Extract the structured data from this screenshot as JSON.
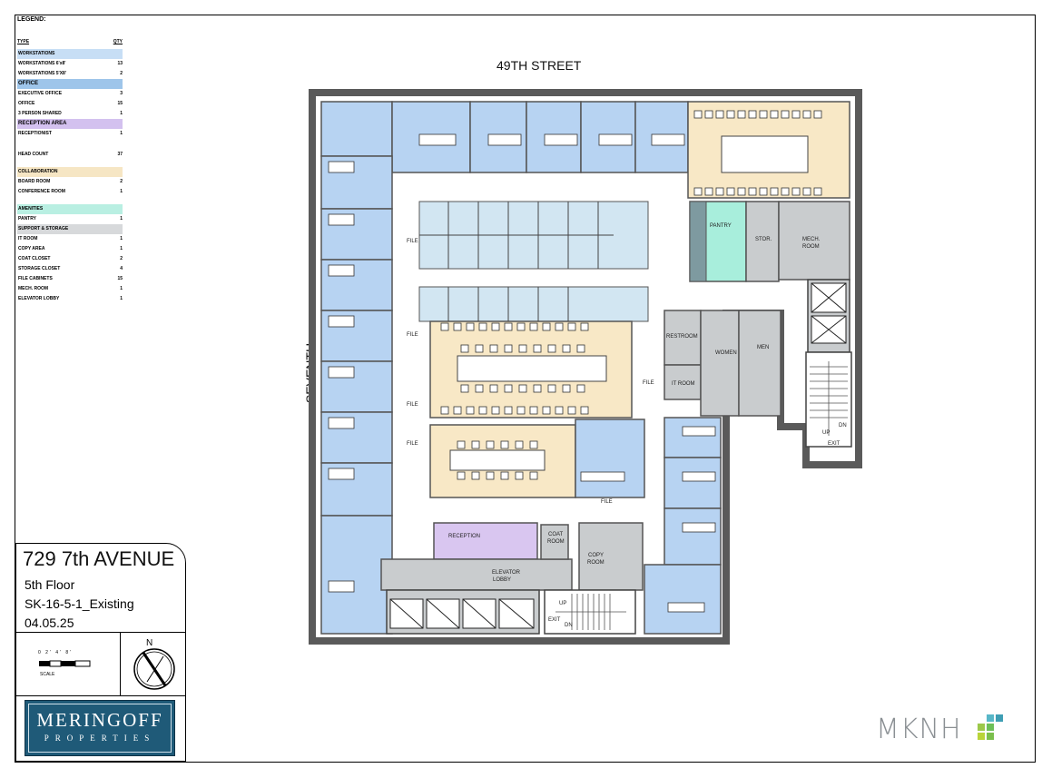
{
  "legend": {
    "title": "LEGEND:",
    "col_type": "TYPE",
    "col_qty": "QTY",
    "workstations_header": "WORKSTATIONS",
    "workstations_6x8_label": "WORKSTATIONS 6'x8'",
    "workstations_6x8_qty": "13",
    "workstations_5x8_label": "WORKSTATIONS 5'X8'",
    "workstations_5x8_qty": "2",
    "office_header": "OFFICE",
    "executive_office_label": "EXECUTIVE OFFICE",
    "executive_office_qty": "3",
    "office_label": "OFFICE",
    "office_qty": "15",
    "shared_label": "3 PERSON SHARED",
    "shared_qty": "1",
    "reception_header": "RECEPTION AREA",
    "receptionist_label": "RECEPTIONIST",
    "receptionist_qty": "1",
    "headcount_label": "HEAD COUNT",
    "headcount_qty": "37",
    "collab_header": "COLLABORATION",
    "board_room_label": "BOARD ROOM",
    "board_room_qty": "2",
    "conference_label": "CONFERENCE ROOM",
    "conference_qty": "1",
    "amenities_header": "AMENITIES",
    "pantry_label": "PANTRY",
    "pantry_qty": "1",
    "support_header": "SUPPORT & STORAGE",
    "it_room_label": "IT ROOM",
    "it_room_qty": "1",
    "copy_area_label": "COPY AREA",
    "copy_area_qty": "1",
    "coat_closet_label": "COAT CLOSET",
    "coat_closet_qty": "2",
    "storage_closet_label": "STORAGE CLOSET",
    "storage_closet_qty": "4",
    "file_cabinets_label": "FILE CABINETS",
    "file_cabinets_qty": "15",
    "mech_room_label": "MECH. ROOM",
    "mech_room_qty": "1",
    "elevator_lobby_label": "ELEVATOR LOBBY",
    "elevator_lobby_qty": "1"
  },
  "title_block": {
    "address": "729 7th AVENUE",
    "floor": "5th Floor",
    "drawing": "SK-16-5-1_Existing",
    "date": "04.05.25",
    "scale_ticks": "0 2' 4' 8'",
    "scale_label": "SCALE",
    "north_label": "N",
    "owner_name": "MERINGOFF",
    "owner_sub": "PROPERTIES"
  },
  "plan": {
    "street_top": "49TH STREET",
    "street_side": "SEVENTH AVENUE",
    "pantry": "PANTRY",
    "storage": "STOR.",
    "mech_line1": "MECH.",
    "mech_line2": "ROOM",
    "restroom": "RESTROOM",
    "women": "WOMEN",
    "men": "MEN",
    "it_room": "IT ROOM",
    "reception": "RECEPTION",
    "coat_line1": "COAT",
    "coat_line2": "ROOM",
    "copy_line1": "COPY",
    "copy_line2": "ROOM",
    "elev_line1": "ELEVATOR",
    "elev_line2": "LOBBY",
    "file": "FILE",
    "up": "UP",
    "dn": "DN",
    "exit": "EXIT"
  },
  "firm": {
    "name": "MKNH"
  },
  "colors": {
    "office": "#b7d3f2",
    "workstation": "#d2e6f2",
    "collaboration": "#f8e8c6",
    "reception": "#d9c6f0",
    "amenities": "#a8eedc",
    "support": "#c9ccce",
    "wall": "#6b6b6b"
  }
}
